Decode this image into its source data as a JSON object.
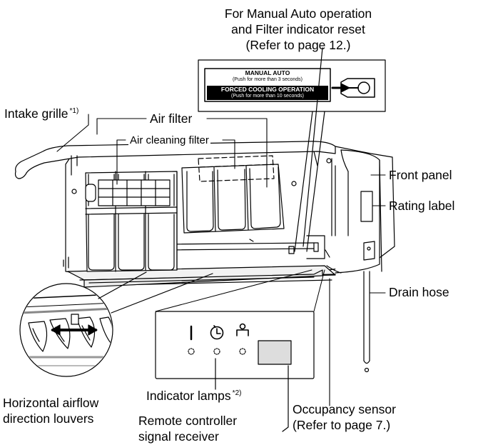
{
  "labels": {
    "manual_auto_callout_line1": "For Manual Auto operation",
    "manual_auto_callout_line2": "and Filter indicator reset",
    "manual_auto_callout_line3": "(Refer to page 12.)",
    "intake_grille": "Intake grille",
    "intake_grille_note": "*1)",
    "air_filter": "Air filter",
    "air_cleaning_filter": "Air cleaning filter",
    "front_panel": "Front panel",
    "rating_label": "Rating label",
    "drain_hose": "Drain hose",
    "indicator_lamps": "Indicator lamps",
    "indicator_lamps_note": "*2)",
    "louvers_line1": "Horizontal airflow",
    "louvers_line2": "direction louvers",
    "remote_receiver_line1": "Remote controller",
    "remote_receiver_line2": "signal receiver",
    "occupancy_line1": "Occupancy sensor",
    "occupancy_line2": "(Refer to page 7.)"
  },
  "button_plate": {
    "manual_auto": "MANUAL AUTO",
    "manual_auto_sub": "(Push for more than 3 seconds)",
    "forced_cooling": "FORCED COOLING OPERATION",
    "forced_cooling_sub": "(Push for more than 10 seconds)"
  },
  "indicator_panel": {
    "icons": [
      "power-indicator-icon",
      "timer-indicator-icon",
      "occupancy-indicator-icon"
    ]
  }
}
